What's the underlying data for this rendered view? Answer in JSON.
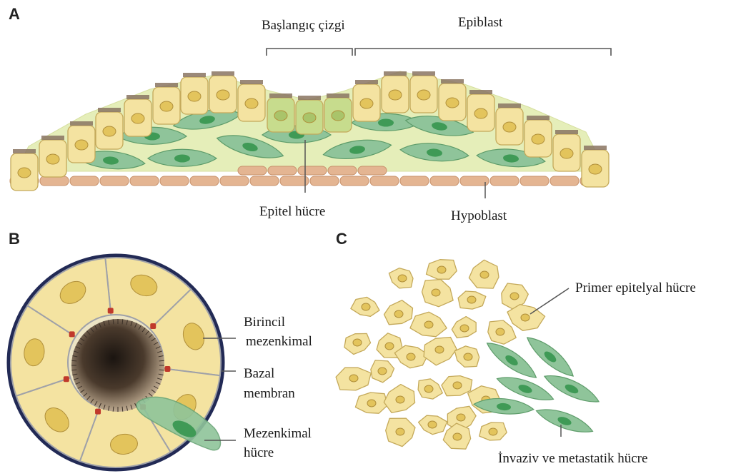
{
  "panels": {
    "a": "A",
    "b": "B",
    "c": "C"
  },
  "labels": {
    "primitive_streak": "Başlangıç çizgi",
    "epiblast": "Epiblast",
    "epithelial_cell": "Epitel hücre",
    "hypoblast": "Hypoblast",
    "primary_mesenchymal_1": "Birincil",
    "primary_mesenchymal_2": "mezenkimal",
    "basal_membrane_1": "Bazal",
    "basal_membrane_2": "membran",
    "mesenchymal_cell_1": "Mezenkimal",
    "mesenchymal_cell_2": "hücre",
    "primary_epithelial_cell": "Primer epitelyal hücre",
    "invasive_metastatic_cell": "İnvaziv ve metastatik hücre"
  },
  "colors": {
    "epithelial_fill": "#f4e3a1",
    "epithelial_stroke": "#c4a95a",
    "nucleus_fill": "#e3c45c",
    "mesenchymal_fill": "#8fc49a",
    "mesenchymal_stroke": "#5e9c6a",
    "mesenchymal_nucleus": "#3f9a56",
    "hypoblast_fill": "#e4b592",
    "streak_cell_fill": "#c7dc8d",
    "matrix_fill": "#e5eeb9",
    "basal_membrane": "#222a55",
    "junction": "#c0392b"
  }
}
